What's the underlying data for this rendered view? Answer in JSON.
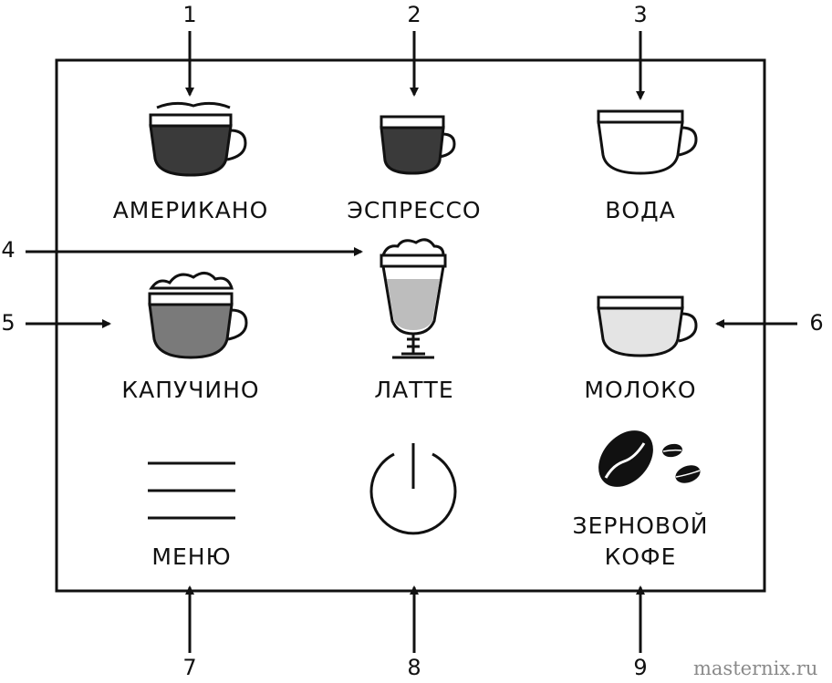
{
  "buttons": [
    {
      "id": "americano",
      "label": "АМЕРИКАНО",
      "icon": "americano-cup-icon"
    },
    {
      "id": "espresso",
      "label": "ЭСПРЕССО",
      "icon": "espresso-cup-icon"
    },
    {
      "id": "water",
      "label": "ВОДА",
      "icon": "water-cup-icon"
    },
    {
      "id": "cappuccino",
      "label": "КАПУЧИНО",
      "icon": "cappuccino-cup-icon"
    },
    {
      "id": "latte",
      "label": "ЛАТТЕ",
      "icon": "latte-glass-icon"
    },
    {
      "id": "milk",
      "label": "МОЛОКО",
      "icon": "milk-cup-icon"
    },
    {
      "id": "menu",
      "label": "МЕНЮ",
      "icon": "menu-icon"
    },
    {
      "id": "power",
      "label": "",
      "icon": "power-icon"
    },
    {
      "id": "beans",
      "label_line1": "ЗЕРНОВОЙ",
      "label_line2": "КОФЕ",
      "icon": "coffee-beans-icon"
    }
  ],
  "callouts": [
    "1",
    "2",
    "3",
    "4",
    "5",
    "6",
    "7",
    "8",
    "9"
  ],
  "watermark": "masternix.ru",
  "colors": {
    "americano": "#3a3a3a",
    "espresso": "#3a3a3a",
    "water": "#ffffff",
    "cappuccino": "#7a7a7a",
    "latte": "#bdbdbd",
    "milk": "#e4e4e4",
    "line": "#111111"
  }
}
